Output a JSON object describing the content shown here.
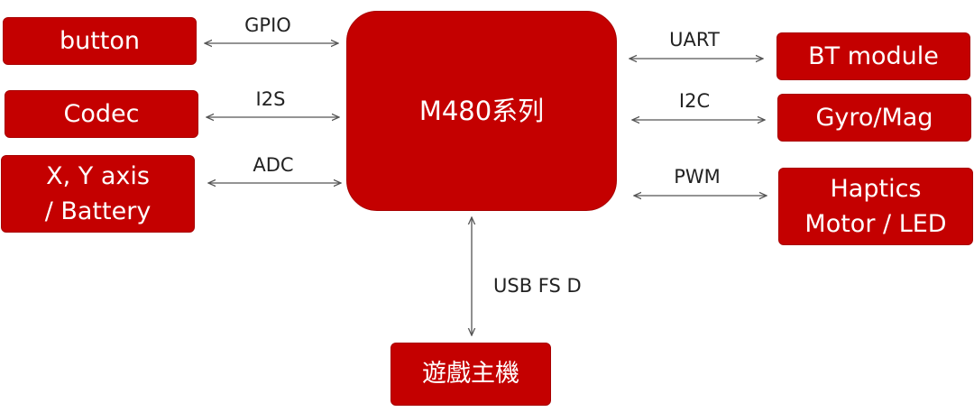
{
  "diagram": {
    "center_block": "M480系列",
    "left_blocks": [
      {
        "lines": [
          "button"
        ]
      },
      {
        "lines": [
          "Codec"
        ]
      },
      {
        "lines": [
          "X, Y axis",
          "/ Battery"
        ]
      }
    ],
    "right_blocks": [
      {
        "lines": [
          "BT module"
        ]
      },
      {
        "lines": [
          "Gyro/Mag"
        ]
      },
      {
        "lines": [
          "Haptics",
          "Motor / LED"
        ]
      }
    ],
    "bottom_block": "遊戲主機",
    "connections": {
      "gpio": "GPIO",
      "i2s": "I2S",
      "adc": "ADC",
      "uart": "UART",
      "i2c": "I2C",
      "pwm": "PWM",
      "usb": "USB FS D"
    },
    "colors": {
      "block_fill": "#c40000",
      "block_text": "#ffffff",
      "line": "#555555"
    }
  }
}
